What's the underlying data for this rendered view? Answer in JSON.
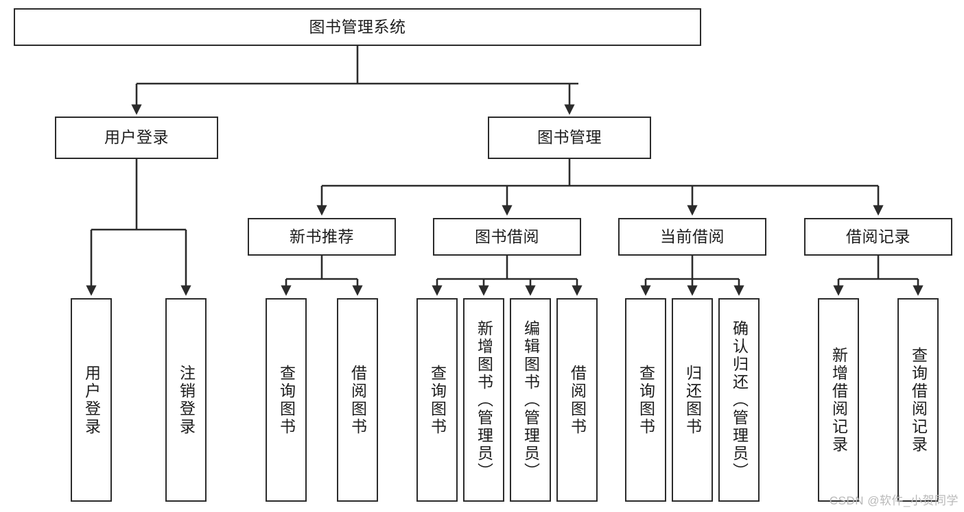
{
  "diagram": {
    "title_node": {
      "label": "图书管理系统"
    },
    "level2": [
      {
        "id": "user-login",
        "label": "用户登录"
      },
      {
        "id": "book-management",
        "label": "图书管理"
      }
    ],
    "level3": [
      {
        "id": "new-book-recommend",
        "label": "新书推荐"
      },
      {
        "id": "book-borrow",
        "label": "图书借阅"
      },
      {
        "id": "current-borrow",
        "label": "当前借阅"
      },
      {
        "id": "borrow-record",
        "label": "借阅记录"
      }
    ],
    "leaves": {
      "user_login": [
        {
          "id": "leaf-user-login",
          "label": "用户登录"
        },
        {
          "id": "leaf-logout-login",
          "label": "注销登录"
        }
      ],
      "new_book_recommend": [
        {
          "id": "leaf-query-book-1",
          "label": "查询图书"
        },
        {
          "id": "leaf-borrow-book-1",
          "label": "借阅图书"
        }
      ],
      "book_borrow": [
        {
          "id": "leaf-query-book-2",
          "label": "查询图书"
        },
        {
          "id": "leaf-add-book",
          "label": "新增图书（管理员）"
        },
        {
          "id": "leaf-edit-book",
          "label": "编辑图书（管理员）"
        },
        {
          "id": "leaf-borrow-book-2",
          "label": "借阅图书"
        }
      ],
      "current_borrow": [
        {
          "id": "leaf-query-book-3",
          "label": "查询图书"
        },
        {
          "id": "leaf-return-book",
          "label": "归还图书"
        },
        {
          "id": "leaf-confirm-return",
          "label": "确认归还（管理员）"
        }
      ],
      "borrow_record": [
        {
          "id": "leaf-add-record",
          "label": "新增借阅记录"
        },
        {
          "id": "leaf-query-record",
          "label": "查询借阅记录"
        }
      ]
    }
  },
  "watermark": {
    "text": "CSDN @软件_小贺同学"
  },
  "colors": {
    "stroke": "#2b2b2b",
    "fill": "#ffffff",
    "text": "#1d1d1d",
    "watermark": "#b9b9b9"
  }
}
